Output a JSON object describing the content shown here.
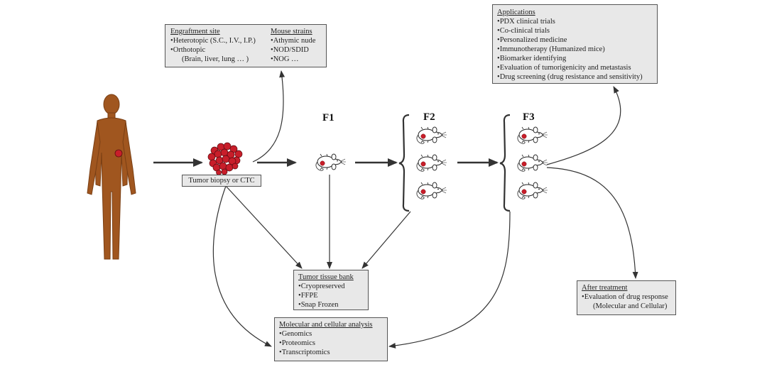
{
  "engraftment": {
    "header": "Engraftment site",
    "items": [
      "Heterotopic (S.C., I.V., I.P.)",
      "Orthotopic"
    ],
    "sub": "(Brain, liver, lung … )"
  },
  "mouse_strains": {
    "header": "Mouse strains",
    "items": [
      "Athymic nude",
      "NOD/SDID",
      "NOG …"
    ]
  },
  "applications": {
    "header": "Applications",
    "items": [
      "PDX clinical trials",
      "Co-clinical trials",
      "Personalized medicine",
      "Immunotherapy (Humanized mice)",
      "Biomarker identifying",
      "Evaluation of tumorigenicity and metastasis",
      "Drug screening (drug resistance and sensitivity)"
    ]
  },
  "tumor_label": "Tumor biopsy or CTC",
  "generations": {
    "f1": "F1",
    "f2": "F2",
    "f3": "F3"
  },
  "tissue_bank": {
    "header": "Tumor tissue bank",
    "items": [
      "Cryopreserved",
      "FFPE",
      "Snap Frozen"
    ]
  },
  "molecular": {
    "header": "Molecular and cellular analysis",
    "items": [
      "Genomics",
      "Proteomics",
      "Transcriptomics"
    ]
  },
  "after_treatment": {
    "header": "After treatment",
    "item": "Evaluation of drug response",
    "sub": "(Molecular and Cellular)"
  },
  "colors": {
    "body": "#a0561f",
    "body_stroke": "#7a3f14",
    "tumor": "#c81e2a",
    "box_fill": "#e8e8e8",
    "arrow": "#333333"
  },
  "icons": [
    "human-silhouette",
    "tumor-cells-icon",
    "mouse-icon"
  ]
}
